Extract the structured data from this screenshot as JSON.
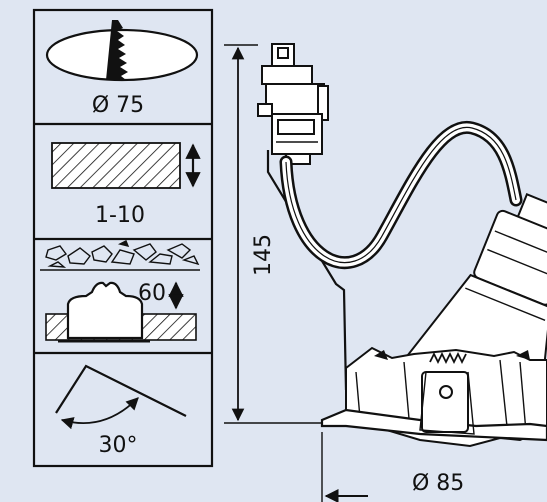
{
  "panels": {
    "cutout": {
      "label": "Ø 75"
    },
    "ceiling_thickness": {
      "label": "1-10"
    },
    "recess_depth": {
      "label": "60"
    },
    "tilt": {
      "label": "30°"
    }
  },
  "dimensions": {
    "height": "145",
    "diameter": "Ø 85"
  },
  "colors": {
    "background": "#dfe6f2",
    "line": "#111111",
    "fill": "#ffffff"
  }
}
